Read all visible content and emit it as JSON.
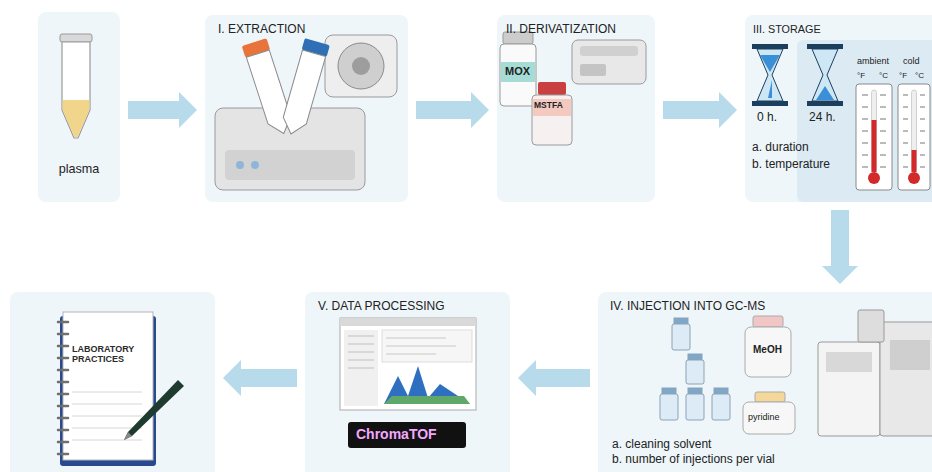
{
  "diagram": {
    "nodes": [
      {
        "text": [
          "plasma"
        ]
      },
      {
        "text": [
          "I. EXTRACTION"
        ]
      },
      {
        "text": [
          "II. DERIVATIZATION"
        ]
      },
      {
        "text": [
          "III. STORAGE",
          "a. duration",
          "b. temperature"
        ]
      },
      {
        "text": [
          "IV. INJECTION INTO GC-MS",
          "a. cleaning solvent",
          "b. number of injections per vial"
        ]
      },
      {
        "text": [
          "V. DATA PROCESSING"
        ]
      },
      {
        "text": [
          "LABORATORY PRACTICES"
        ]
      }
    ],
    "edges": [
      {
        "from": 0,
        "to": 1,
        "arrow": "to"
      },
      {
        "from": 1,
        "to": 2,
        "arrow": "to"
      },
      {
        "from": 2,
        "to": 3,
        "arrow": "to"
      },
      {
        "from": 3,
        "to": 4,
        "arrow": "to"
      },
      {
        "from": 4,
        "to": 5,
        "arrow": "to"
      },
      {
        "from": 5,
        "to": 6,
        "arrow": "to"
      }
    ],
    "labels": [
      "MOX",
      "MSTFA",
      "0 h.",
      "24 h.",
      "ambient",
      "cold",
      "°F",
      "°C",
      "°F",
      "°C",
      "MeOH",
      "pyridine",
      "ChromaTOF"
    ]
  }
}
